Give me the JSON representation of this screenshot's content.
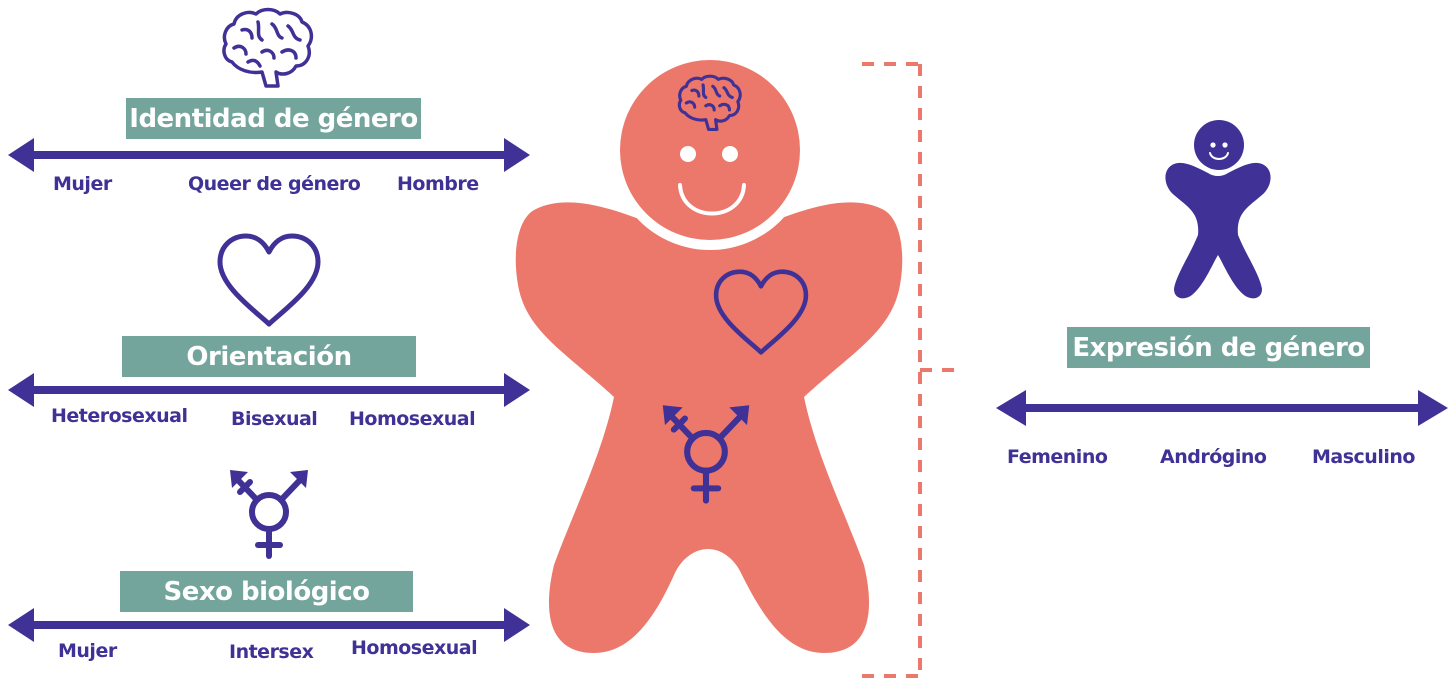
{
  "colors": {
    "purple": "#3f3195",
    "coral": "#ec786b",
    "teal": "#74a59c",
    "white": "#ffffff"
  },
  "identity": {
    "title": "Identidad de género",
    "icon": "brain-icon",
    "labels": [
      "Mujer",
      "Queer de género",
      "Hombre"
    ]
  },
  "orientation": {
    "title": "Orientación",
    "icon": "heart-icon",
    "labels": [
      "Heterosexual",
      "Bisexual",
      "Homosexual"
    ]
  },
  "sex": {
    "title": "Sexo biológico",
    "icon": "transgender-symbol-icon",
    "labels": [
      "Mujer",
      "Intersex",
      "Homosexual"
    ]
  },
  "expression": {
    "title": "Expresión de género",
    "icon": "person-figure-icon",
    "labels": [
      "Femenino",
      "Andrógino",
      "Masculino"
    ]
  }
}
